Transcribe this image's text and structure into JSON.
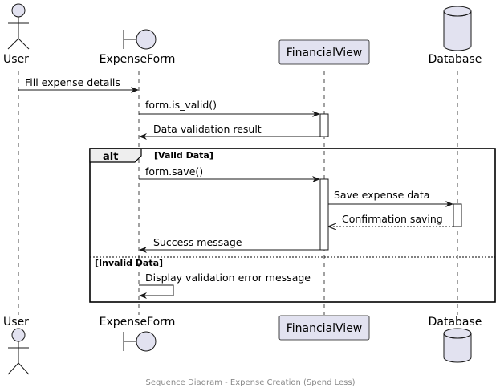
{
  "participants": {
    "user": "User",
    "form": "ExpenseForm",
    "view": "FinancialView",
    "db": "Database"
  },
  "messages": {
    "fill": "Fill expense details",
    "is_valid": "form.is_valid()",
    "validation_result": "Data validation result",
    "save": "form.save()",
    "save_data": "Save expense data",
    "confirmation": "Confirmation saving",
    "success": "Success message",
    "display_error": "Display validation error message"
  },
  "alt_fragment": {
    "keyword": "alt",
    "guard_valid": "[Valid Data]",
    "guard_invalid": "[Invalid Data]"
  },
  "caption": "Sequence Diagram - Expense Creation (Spend Less)",
  "colors": {
    "participant_fill": "#e2e2f0",
    "participant_stroke": "#181818",
    "lifeline": "#181818",
    "caption": "#888888"
  }
}
